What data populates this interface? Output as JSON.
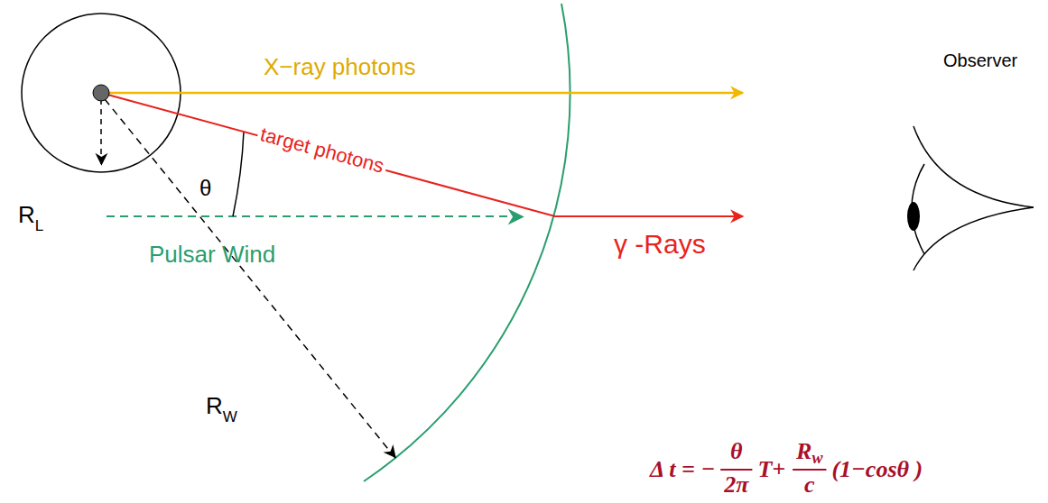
{
  "diagram": {
    "labels": [
      "X−ray photons",
      "target photons",
      "θ",
      "R",
      "L",
      "Pulsar Wind",
      "γ -Rays",
      "Observer",
      "R",
      "W",
      "Δ t = −",
      "θ",
      "2π",
      "T+",
      "R",
      "w",
      "c",
      "(1−cosθ )"
    ]
  }
}
